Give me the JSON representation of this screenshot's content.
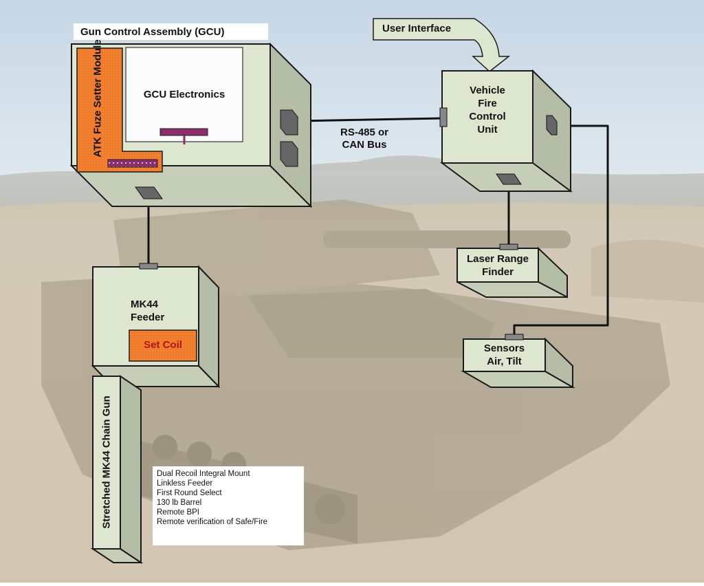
{
  "diagram": {
    "gcu": {
      "title": "Gun Control Assembly (GCU)",
      "electronics": "GCU Electronics",
      "fuze_module": "ATK Fuze Setter Module"
    },
    "user_interface": "User Interface",
    "bus_label": [
      "RS-485 or",
      "CAN Bus"
    ],
    "vfcu": [
      "Vehicle",
      "Fire",
      "Control",
      "Unit"
    ],
    "laser": [
      "Laser Range",
      "Finder"
    ],
    "sensors": [
      "Sensors",
      "Air, Tilt"
    ],
    "feeder": {
      "label": [
        "MK44",
        "Feeder"
      ],
      "coil": "Set Coil"
    },
    "gun": "Stretched MK44 Chain Gun",
    "features": [
      "Dual Recoil Integral Mount",
      "Linkless Feeder",
      "First Round Select",
      "130 lb Barrel",
      "Remote BPI",
      "Remote verification of Safe/Fire"
    ]
  },
  "colors": {
    "box_fill": "#dde7d0",
    "box_edge": "#1a1a1a",
    "orange": "#f07a2a",
    "wire_purple": "#8a2f6b",
    "wire_orange": "#f07a2a",
    "wire_green": "#2e8b2e",
    "wire_black": "#111111"
  }
}
